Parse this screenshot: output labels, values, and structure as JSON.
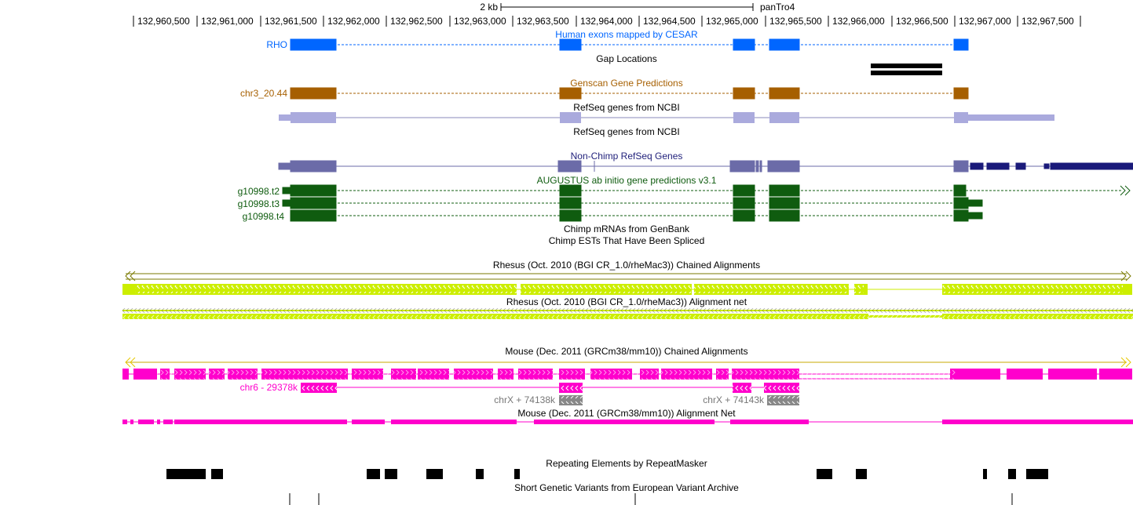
{
  "scale": {
    "size_label": "2 kb",
    "assembly": "panTro4"
  },
  "ruler": {
    "ticks": [
      "132,960,500",
      "132,961,000",
      "132,961,500",
      "132,962,000",
      "132,962,500",
      "132,963,000",
      "132,963,500",
      "132,964,000",
      "132,964,500",
      "132,965,000",
      "132,965,500",
      "132,966,000",
      "132,966,500",
      "132,967,000",
      "132,967,500"
    ]
  },
  "tracks": {
    "cesar": {
      "title": "Human exons mapped by CESAR",
      "items": [
        "RHO"
      ],
      "color": "#0066ff"
    },
    "gap": {
      "title": "Gap Locations"
    },
    "genscan": {
      "title": "Genscan Gene Predictions",
      "items": [
        "chr3_20.44"
      ],
      "color": "#a65f00"
    },
    "refseq1": {
      "title": "RefSeq genes from NCBI",
      "color": "#aaaadd"
    },
    "refseq2": {
      "title": "RefSeq genes from NCBI"
    },
    "nonchimp": {
      "title": "Non-Chimp RefSeq Genes",
      "color": "#6b6ba8",
      "title_color": "#1f1f7a"
    },
    "augustus": {
      "title": "AUGUSTUS ab initio gene predictions v3.1",
      "items": [
        "g10998.t2",
        "g10998.t3",
        "g10998.t4"
      ],
      "color": "#0f5c0f"
    },
    "chimp_mrna": {
      "title": "Chimp mRNAs from GenBank"
    },
    "chimp_est": {
      "title": "Chimp ESTs That Have Been Spliced"
    },
    "rhesus_chain": {
      "title": "Rhesus (Oct. 2010 (BGI CR_1.0/rheMac3)) Chained Alignments",
      "color": "#ccee00"
    },
    "rhesus_net": {
      "title": "Rhesus (Oct. 2010 (BGI CR_1.0/rheMac3)) Alignment net"
    },
    "mouse_chain": {
      "title": "Mouse (Dec. 2011 (GRCm38/mm10)) Chained Alignments",
      "items": [
        "chr6 - 29378k",
        "chrX + 74138k",
        "chrX + 74143k"
      ],
      "color": "#ff00cc"
    },
    "mouse_net": {
      "title": "Mouse (Dec. 2011 (GRCm38/mm10)) Alignment Net"
    },
    "rmsk": {
      "title": "Repeating Elements by RepeatMasker"
    },
    "eva": {
      "title": "Short Genetic Variants from European Variant Archive"
    }
  }
}
